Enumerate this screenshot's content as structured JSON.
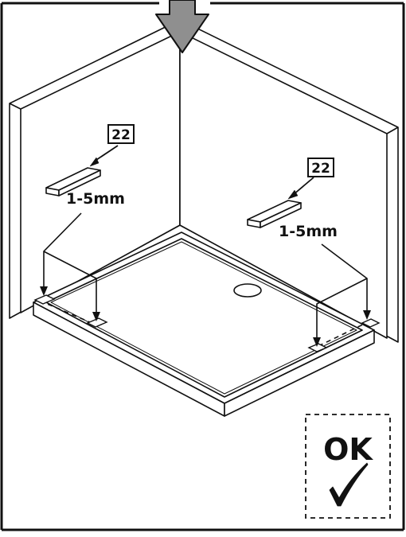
{
  "part_labels": {
    "left": "22",
    "right": "22"
  },
  "gap_labels": {
    "left": "1-5mm",
    "right": "1-5mm"
  },
  "ok_badge": {
    "label": "OK",
    "icon": "checkmark-icon"
  },
  "icons": {
    "install_direction": "down-arrow-icon"
  },
  "colors": {
    "line": "#111111",
    "arrow_fill": "#8f8f8f",
    "background": "#ffffff"
  }
}
